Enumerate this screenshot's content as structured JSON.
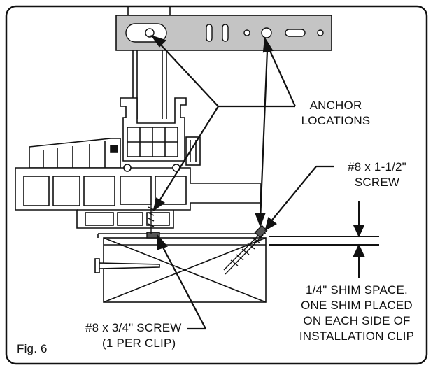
{
  "labels": {
    "anchor_locations": [
      "ANCHOR",
      "LOCATIONS"
    ],
    "screw_1_1_2": [
      "#8 x 1-1/2\"",
      "SCREW"
    ],
    "shim_space": [
      "1/4\" SHIM SPACE.",
      "ONE SHIM PLACED",
      "ON EACH SIDE OF",
      "INSTALLATION CLIP"
    ],
    "screw_3_4": [
      "#8 x 3/4\" SCREW",
      "(1 PER CLIP)"
    ],
    "figure": "Fig. 6"
  },
  "colors": {
    "line": "#111111",
    "clip_fill": "#c4c4c4",
    "frame_fill": "#ffffff",
    "background": "#ffffff"
  }
}
